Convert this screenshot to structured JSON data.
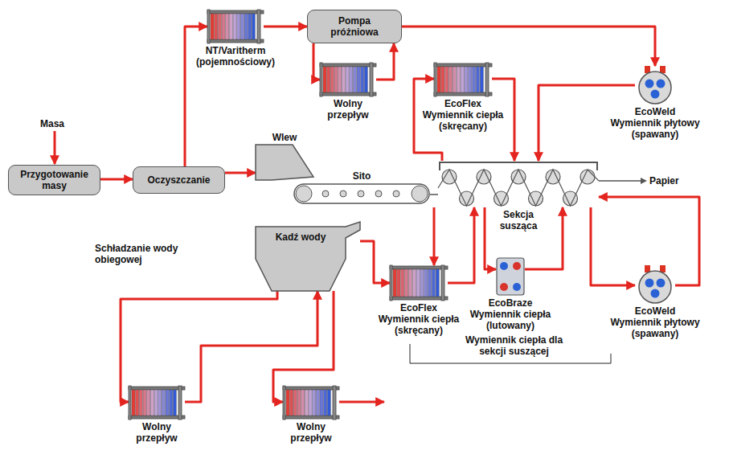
{
  "diagram": {
    "nodes": [
      {
        "text": [
          "Przygotowanie masy"
        ]
      },
      {
        "text": [
          "Oczyszczanie"
        ]
      },
      {
        "text": [
          "Pompa próżniowa"
        ]
      },
      {
        "text": [
          "NT/Varitherm (pojemnościowy)"
        ]
      },
      {
        "text": [
          "Wolny przepływ"
        ]
      },
      {
        "text": [
          "EcoFlex Wymiennik ciepła (skręcany)"
        ]
      },
      {
        "text": [
          "EcoWeld Wymiennik płytowy (spawany)"
        ]
      },
      {
        "text": [
          "Wlew"
        ]
      },
      {
        "text": [
          "Sito"
        ]
      },
      {
        "text": [
          "Sekcja susząca"
        ]
      },
      {
        "text": [
          "Schładzanie wody obiegowej"
        ]
      },
      {
        "text": [
          "Kadź wody"
        ],
        "in": 10
      },
      {
        "text": [
          "Wolny przepływ"
        ],
        "in": 10
      },
      {
        "text": [
          "Wolny przepływ"
        ],
        "in": 10
      },
      {
        "text": [
          "EcoFlex Wymiennik ciepła (skręcany)"
        ]
      },
      {
        "text": [
          "EcoBraze Wymiennik ciepła (lutowany)"
        ]
      },
      {
        "text": [
          "EcoWeld Wymiennik płytowy (spawany)"
        ]
      }
    ],
    "edges": [
      {
        "from": 0,
        "to": 1,
        "arrow": "to"
      },
      {
        "from": 1,
        "to": 7,
        "arrow": "to"
      },
      {
        "from": 1,
        "to": 3,
        "arrow": "to"
      },
      {
        "from": 3,
        "to": 2,
        "arrow": "to"
      },
      {
        "from": 2,
        "to": 4,
        "arrow": "to"
      },
      {
        "from": 4,
        "to": 2,
        "arrow": "to"
      },
      {
        "from": 2,
        "to": 6,
        "arrow": "to"
      },
      {
        "from": 6,
        "to": 9,
        "arrow": "to"
      },
      {
        "from": 9,
        "to": 5,
        "arrow": "to"
      },
      {
        "from": 5,
        "to": 9,
        "arrow": "to"
      },
      {
        "from": 8,
        "to": 9,
        "arrow": "none"
      },
      {
        "from": 9,
        "to": 14,
        "arrow": "to"
      },
      {
        "from": 14,
        "to": 9,
        "arrow": "to"
      },
      {
        "from": 9,
        "to": 15,
        "arrow": "to"
      },
      {
        "from": 15,
        "to": 9,
        "arrow": "to"
      },
      {
        "from": 9,
        "to": 16,
        "arrow": "to"
      },
      {
        "from": 16,
        "to": 9,
        "arrow": "to"
      },
      {
        "from": 11,
        "to": 12,
        "arrow": "to"
      },
      {
        "from": 12,
        "to": 11,
        "arrow": "to"
      },
      {
        "from": 11,
        "to": 13,
        "arrow": "to"
      },
      {
        "from": 11,
        "to": 14,
        "arrow": "to"
      }
    ],
    "labels": [
      "Masa",
      "Papier",
      "Wymiennik ciepła dla sekcji suszącej"
    ]
  }
}
